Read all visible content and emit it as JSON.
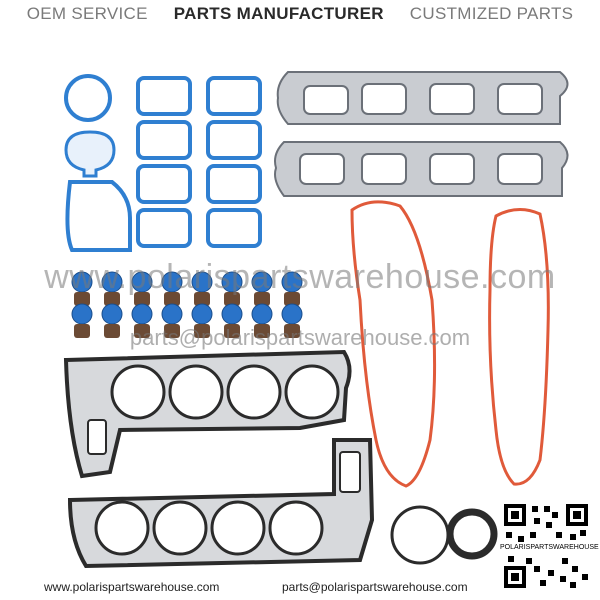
{
  "header": {
    "item1": "OEM SERVICE",
    "item2": "PARTS MANUFACTURER",
    "item3": "CUSTMIZED PARTS"
  },
  "watermark": {
    "primary": "www.polarispartswarehouse.com",
    "secondary": "parts@polarispartswarehouse.com"
  },
  "footer": {
    "left": "www.polarispartswarehouse.com",
    "right": "parts@polarispartswarehouse.com"
  },
  "qr": {
    "label": "POLARISPARTSWAREHOUSE"
  },
  "colors": {
    "blue_gasket": "#2f7fd1",
    "red_gasket": "#e05a3a",
    "metal_gasket": "#9aa0a8",
    "head_gasket": "#2b2b2b",
    "valve_seal": "#2a73c8"
  }
}
